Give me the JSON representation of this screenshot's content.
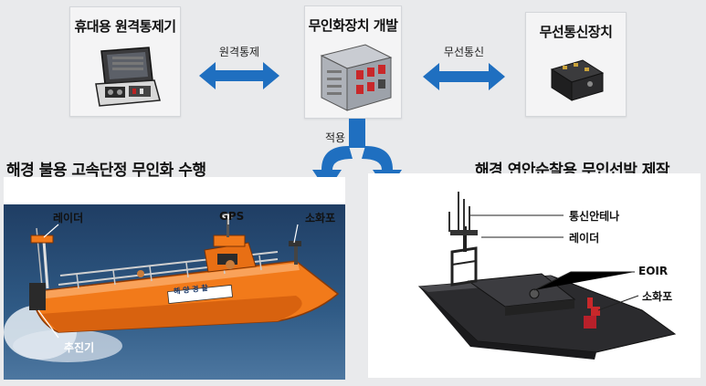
{
  "top_boxes": {
    "handheld": {
      "title": "휴대용 원격통제기",
      "icon": "portable-controller-icon"
    },
    "unmanned": {
      "title": "무인화장치 개발",
      "icon": "control-unit-icon"
    },
    "wireless": {
      "title": "무선통신장치",
      "icon": "radio-module-icon"
    }
  },
  "arrows": {
    "remote_control": "원격통제",
    "wireless_comm": "무선통신",
    "apply": "적용"
  },
  "sections": {
    "left_title": "해경 불용 고속단정 무인화 수행",
    "right_title": "해경 연안순찰용 무인선박 제작"
  },
  "left_callouts": {
    "radar": "레이더",
    "gps": "GPS",
    "fire_cannon": "소화포",
    "propulsion": "추진기",
    "hull_text": "해 양 경 찰"
  },
  "right_callouts": {
    "antenna": "통신안테나",
    "radar": "레이더",
    "eoir": "EOIR",
    "fire_cannon": "소화포"
  },
  "colors": {
    "arrow_blue": "#1f6fc0",
    "boat_orange": "#f27a1a",
    "sea_blue": "#2a4f78",
    "hull_dark": "#2b2b2e"
  }
}
